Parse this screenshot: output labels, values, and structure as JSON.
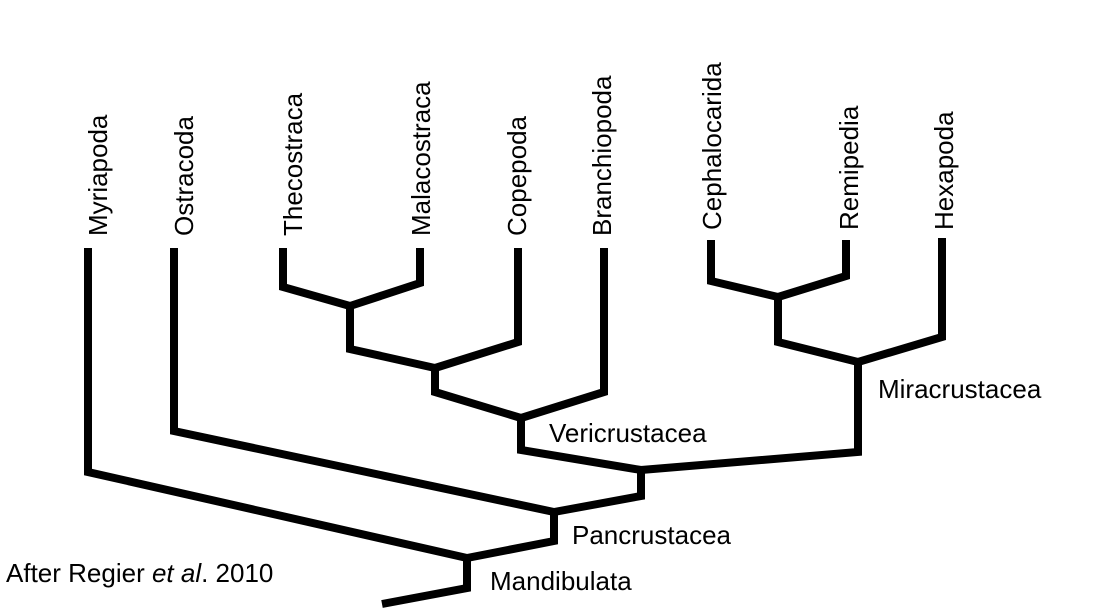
{
  "diagram": {
    "taxa": [
      "Myriapoda",
      "Ostracoda",
      "Thecostraca",
      "Malacostraca",
      "Copepoda",
      "Branchiopoda",
      "Cephalocarida",
      "Remipedia",
      "Hexapoda"
    ],
    "clades": {
      "vericrustacea": "Vericrustacea",
      "miracrustacea": "Miracrustacea",
      "pancrustacea": "Pancrustacea",
      "mandibulata": "Mandibulata"
    },
    "credit": {
      "prefix": "After Regier ",
      "italic": "et al",
      "suffix": ". 2010"
    },
    "colors": {
      "line": "#000000",
      "text": "#000000",
      "background": "#ffffff"
    }
  }
}
